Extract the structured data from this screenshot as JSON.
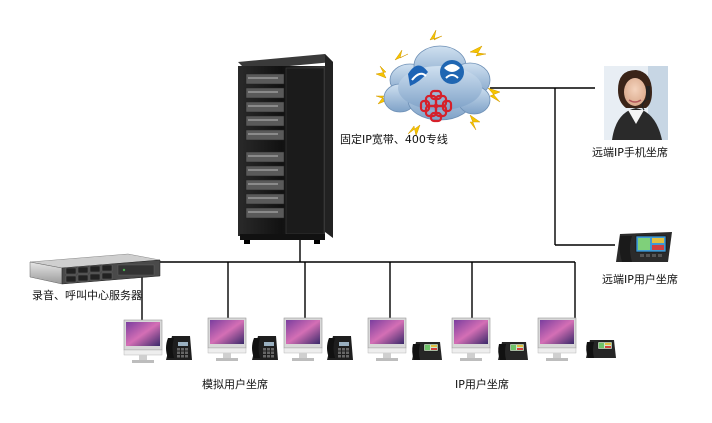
{
  "labels": {
    "broadband": "固定IP宽带、400专线",
    "remote_mobile": "远端IP手机坐席",
    "remote_ip_user": "远端IP用户坐席",
    "server": "录音、呼叫中心服务器",
    "analog_users": "模拟用户坐席",
    "ip_users": "IP用户坐席"
  },
  "carrier_logos": [
    "China Telecom logo",
    "China Mobile logo",
    "China Unicom logo"
  ],
  "colors": {
    "line": "#000000",
    "cloud": "#9ab8d8",
    "lightning": "#f5c400",
    "unicom_red": "#d6202a",
    "telecom_blue": "#1d63b5",
    "mobile_blue": "#1f66b2",
    "rack": "#1a1a1a",
    "monitor_screen": "#b85fb0"
  }
}
